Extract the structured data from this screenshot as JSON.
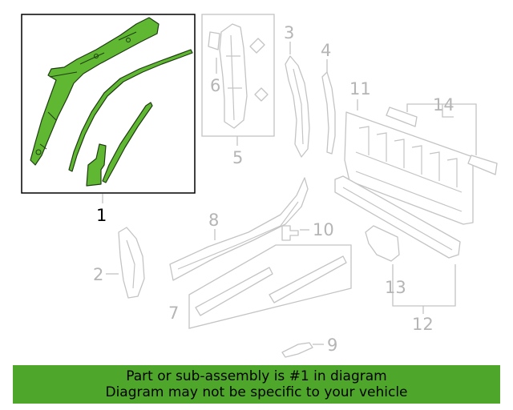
{
  "diagram": {
    "callouts": [
      "1",
      "2",
      "3",
      "4",
      "5",
      "6",
      "7",
      "8",
      "9",
      "10",
      "11",
      "12",
      "13",
      "14"
    ],
    "selected_callout": "1",
    "colors": {
      "highlight_part": "#5fb732",
      "greyed_part": "#c4c4c4",
      "banner": "#4ea72b"
    }
  },
  "banner": {
    "line1": "Part or sub-assembly is #1 in diagram",
    "line2": "Diagram may not be specific to your vehicle"
  }
}
